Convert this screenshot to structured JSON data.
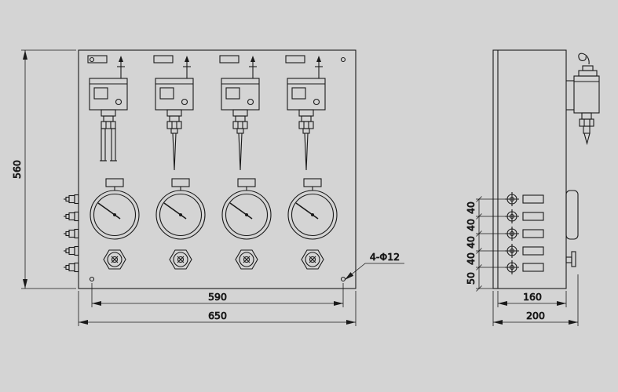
{
  "meta": {
    "background_color": "#d4d4d4",
    "line_color": "#1a1a1a",
    "drawing_type": "instrument-panel-engineering-drawing"
  },
  "front_view": {
    "height_dim": "560",
    "hole_spacing_dim": "590",
    "width_dim": "650",
    "holes_label": "4-Φ12"
  },
  "side_view": {
    "spacing_dims": [
      "40",
      "40",
      "40",
      "40",
      "50"
    ],
    "body_depth_dim": "160",
    "total_depth_dim": "200"
  }
}
